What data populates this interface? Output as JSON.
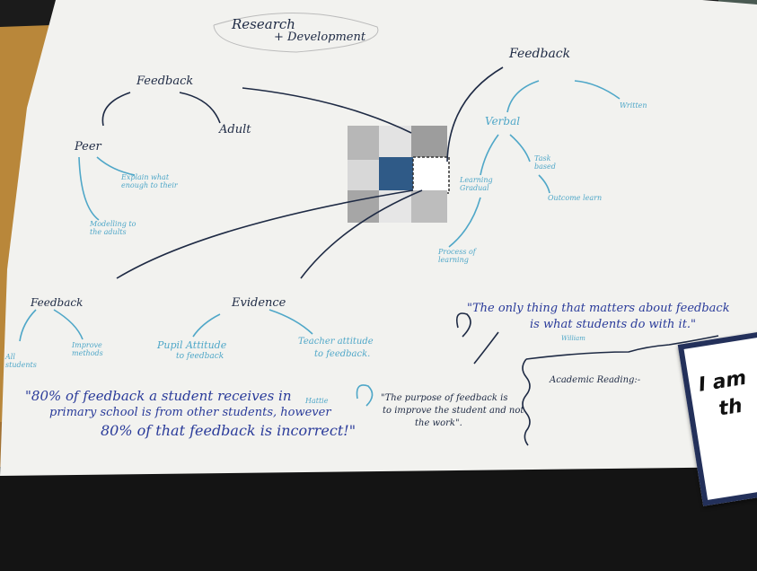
{
  "board": {
    "title_line1": "Research",
    "title_line2": "+ Development",
    "feedback_left": "Feedback",
    "adult": "Adult",
    "peer": "Peer",
    "peer_note1": "Explain what enough to their",
    "peer_note2": "Modelling to the adults",
    "feedback_right": "Feedback",
    "verbal": "Verbal",
    "written": "Written",
    "verbal_note1": "Learning Gradual",
    "verbal_note2": "Task based",
    "verbal_note3": "Outcome learn",
    "verbal_note4": "Process of learning",
    "feedback_bottom": "Feedback",
    "fb_note1": "All students",
    "fb_note2": "Improve methods",
    "evidence": "Evidence",
    "pupil_attitude_1": "Pupil Attitude",
    "pupil_attitude_2": "to feedback",
    "teacher_attitude_1": "Teacher attitude",
    "teacher_attitude_2": "to feedback.",
    "quote_80_1": "\"80% of feedback a student receives in",
    "quote_80_2": "primary school is from other students, however",
    "quote_80_3": "80% of that feedback is incorrect!\"",
    "quote_only_1": "\"The only thing that matters about feedback",
    "quote_only_2": "is what students do with it.\"",
    "purpose_1": "\"The purpose of feedback is",
    "purpose_2": "to improve the student and not",
    "purpose_3": "the work\".",
    "academic_reading": "Academic Reading:-",
    "attrib_william": "William",
    "attrib_hattie": "Hattie"
  },
  "overlay": {
    "line1": "I am",
    "line2": "th"
  },
  "colors": {
    "table": "#b9873a",
    "paper": "#f2f2ef",
    "ink_dark": "#1e2a44",
    "ink_blue": "#2a3b9a",
    "ink_light": "#4fa7c8",
    "note_border": "#23305a"
  }
}
